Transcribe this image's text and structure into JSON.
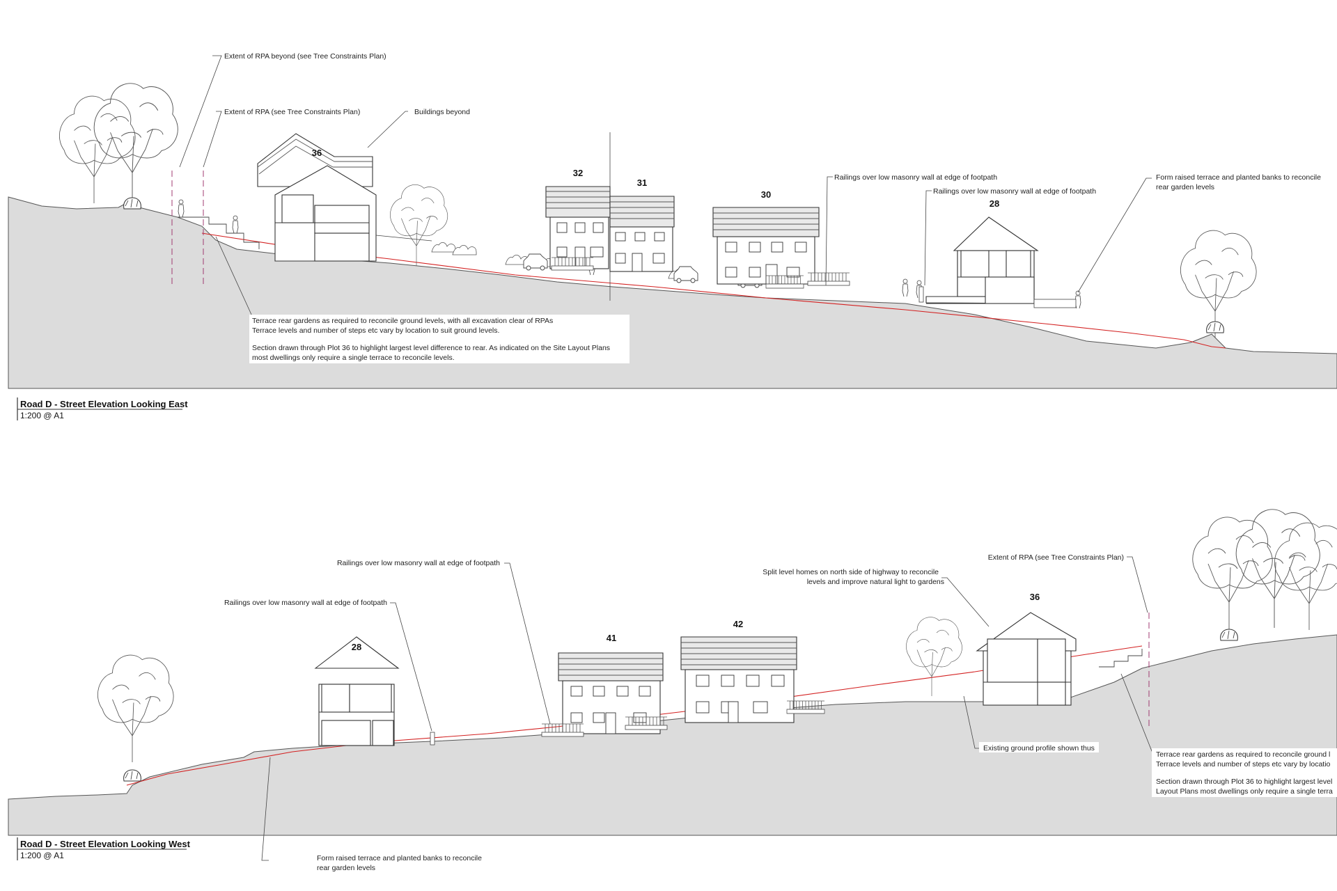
{
  "drawing": {
    "east": {
      "title": "Road D - Street Elevation Looking East",
      "scale": "1:200 @ A1",
      "plots": [
        "36",
        "32",
        "31",
        "30",
        "28"
      ],
      "notes": {
        "rpa_beyond": "Extent of RPA beyond (see Tree Constraints Plan)",
        "rpa": "Extent of RPA (see Tree Constraints Plan)",
        "buildings_beyond": "Buildings beyond",
        "railings_1": "Railings over low masonry wall at edge of footpath",
        "railings_2": "Railings over low masonry wall at edge of footpath",
        "raised_terrace_1": "Form raised terrace and planted banks to reconcile",
        "raised_terrace_2": "rear garden levels",
        "terrace_1": "Terrace rear gardens as required to reconcile ground levels, with all excavation clear of RPAs",
        "terrace_2": "Terrace levels and number of steps etc vary by location to suit ground levels.",
        "section_1": "Section drawn through Plot 36 to highlight largest level difference to rear.  As indicated on the Site Layout Plans",
        "section_2": "most dwellings only require a single terrace to reconcile levels."
      }
    },
    "west": {
      "title": "Road D - Street Elevation Looking West",
      "scale": "1:200 @ A1",
      "plots": [
        "28",
        "41",
        "42",
        "36"
      ],
      "notes": {
        "railings_1": "Railings over low masonry wall at edge of footpath",
        "railings_2": "Railings over low masonry wall at edge of footpath",
        "split_1": "Split level homes on north side of highway to reconcile",
        "split_2": "levels and improve natural light to gardens",
        "rpa": "Extent of RPA (see Tree Constraints Plan)",
        "existing_ground": "Existing ground profile shown thus",
        "terrace_1": "Terrace rear gardens as required to reconcile ground l",
        "terrace_2": "Terrace levels and number of steps etc vary by locatio",
        "section_1": "Section drawn through Plot 36 to highlight largest level",
        "section_2": "Layout Plans most dwellings only require a single terra",
        "raised_terrace_1": "Form raised terrace and planted banks to reconcile",
        "raised_terrace_2": "rear garden levels"
      }
    },
    "colors": {
      "ground_fill": "#dcdcdc",
      "existing_ground_line": "#d32020",
      "rpa_line": "#a03a70"
    }
  }
}
